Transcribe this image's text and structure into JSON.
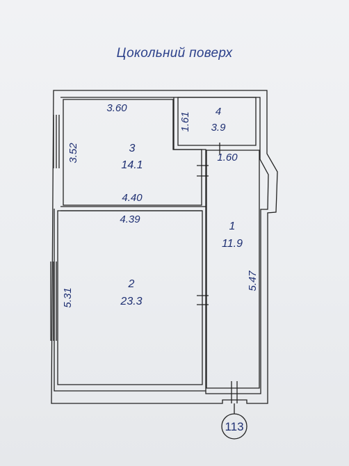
{
  "title": "Цокольний поверх",
  "rooms": [
    {
      "id": "room-1",
      "number": "1",
      "area": "11.9"
    },
    {
      "id": "room-2",
      "number": "2",
      "area": "23.3"
    },
    {
      "id": "room-3",
      "number": "3",
      "area": "14.1"
    },
    {
      "id": "room-4",
      "number": "4",
      "area": "3.9"
    }
  ],
  "dimensions": {
    "d360": "3.60",
    "d161": "1.61",
    "d160": "1.60",
    "d352": "3.52",
    "d440": "4.40",
    "d439": "4.39",
    "d531": "5.31",
    "d547": "5.47"
  },
  "unit_label": "113",
  "colors": {
    "wall_line": "#222222",
    "text": "#1e2f72",
    "title": "#2a3f8a"
  }
}
